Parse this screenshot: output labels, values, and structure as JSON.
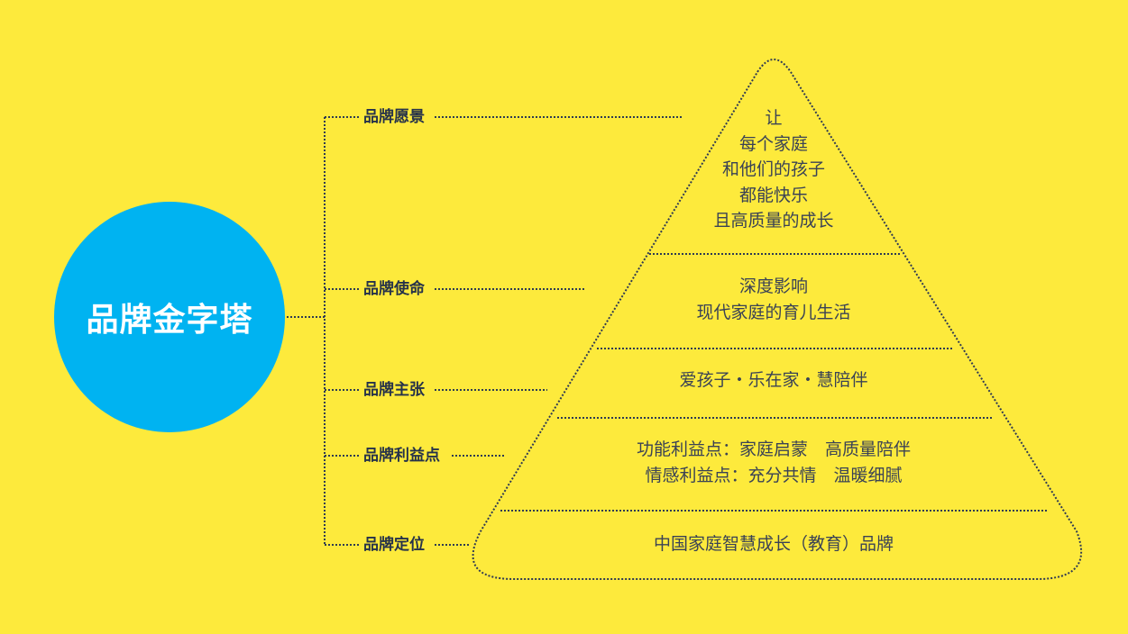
{
  "title": "品牌金字塔",
  "branches": [
    {
      "label": "品牌愿景",
      "lines": [
        "让",
        "每个家庭",
        "和他们的孩子",
        "都能快乐",
        "且高质量的成长"
      ]
    },
    {
      "label": "品牌使命",
      "lines": [
        "深度影响",
        "现代家庭的育儿生活"
      ]
    },
    {
      "label": "品牌主张",
      "lines": [
        "爱孩子・乐在家・慧陪伴"
      ]
    },
    {
      "label": "品牌利益点",
      "lines": [
        "功能利益点：家庭启蒙　高质量陪伴",
        "情感利益点：充分共情　温暖细腻"
      ]
    },
    {
      "label": "品牌定位",
      "lines": [
        "中国家庭智慧成长（教育）品牌"
      ]
    }
  ],
  "colors": {
    "background": "#FDEA3C",
    "hub": "#00B3F1",
    "line": "#2F3A52"
  }
}
